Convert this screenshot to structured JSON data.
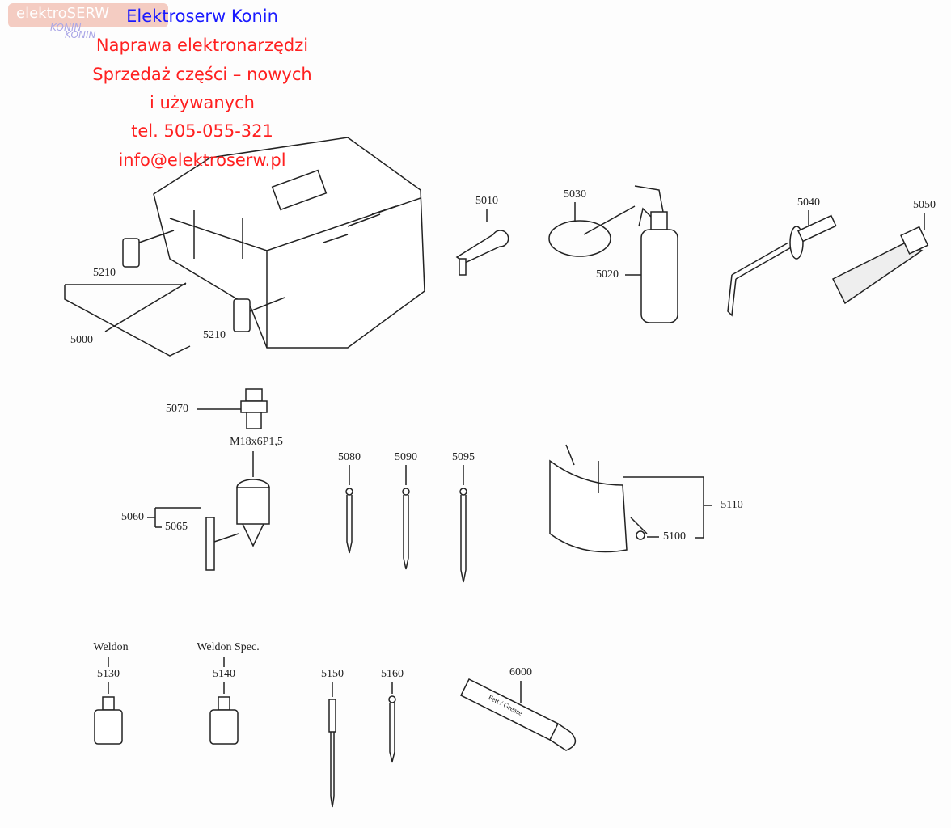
{
  "watermark": {
    "logo_text": "elektroSERW",
    "city": "KONIN"
  },
  "header": {
    "company": "Elektroserw Konin",
    "line1": "Naprawa elektronarzędzi",
    "line2": "Sprzedaż części – nowych",
    "line3": "i używanych",
    "phone": "tel. 505-055-321",
    "email": "info@elektroserw.pl"
  },
  "colors": {
    "company": "#1a1aff",
    "ad": "#ff2020",
    "lines": "#222222"
  },
  "labels": {
    "p5010": "5010",
    "p5030": "5030",
    "p5020": "5020",
    "p5040": "5040",
    "p5050": "5050",
    "p5210a": "5210",
    "p5210b": "5210",
    "p5000": "5000",
    "p5070": "5070",
    "thread": "M18x6P1,5",
    "p5080": "5080",
    "p5090": "5090",
    "p5095": "5095",
    "p5110": "5110",
    "p5060": "5060",
    "p5065": "5065",
    "p5100": "5100",
    "weldon": "Weldon",
    "weldon_spec": "Weldon Spec.",
    "p5130": "5130",
    "p5140": "5140",
    "p5150": "5150",
    "p5160": "5160",
    "p6000": "6000",
    "tube_text": "Fett / Grease"
  }
}
